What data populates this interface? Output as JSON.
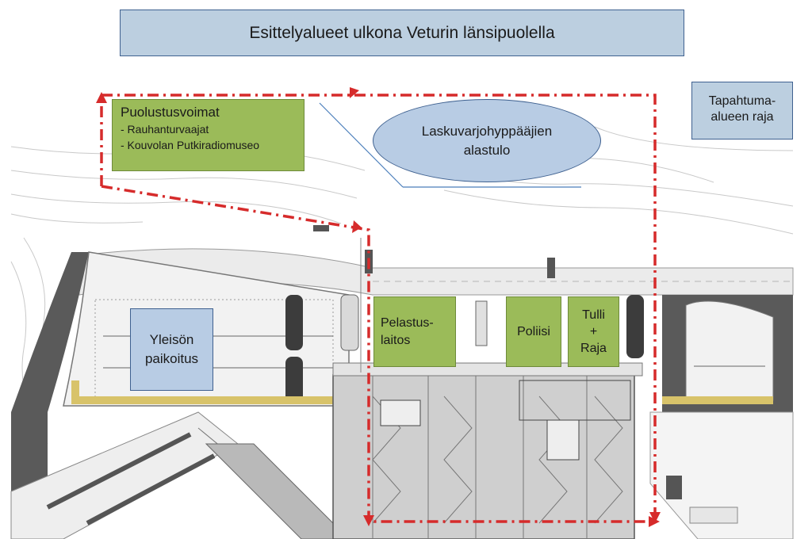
{
  "title": "Esittelyalueet ulkona Veturin länsipuolella",
  "legend": {
    "lines": [
      "Tapahtuma-",
      "alueen raja"
    ]
  },
  "areas": {
    "defence": {
      "heading": "Puolustusvoimat",
      "items": [
        "- Rauhanturvaajat",
        "- Kouvolan Putkiradiomuseo"
      ]
    },
    "parachute": {
      "lines": [
        "Laskuvarjohyppääjien",
        "alastulo"
      ]
    },
    "parking": {
      "lines": [
        "Yleisön",
        "paikoitus"
      ]
    },
    "rescue": {
      "lines": [
        "Pelastus-",
        "laitos"
      ]
    },
    "police": {
      "lines": [
        "Poliisi"
      ]
    },
    "customs": {
      "lines": [
        "Tulli",
        "+",
        "Raja"
      ]
    }
  },
  "colors": {
    "boundary": "#d62b2b",
    "green_box": "#9bbb59",
    "blue_box": "#b8cce4",
    "box_border": "#3f6190",
    "road": "#e9e9e9",
    "building": "#c8c8c8",
    "parking_dark": "#4a4a4a"
  }
}
